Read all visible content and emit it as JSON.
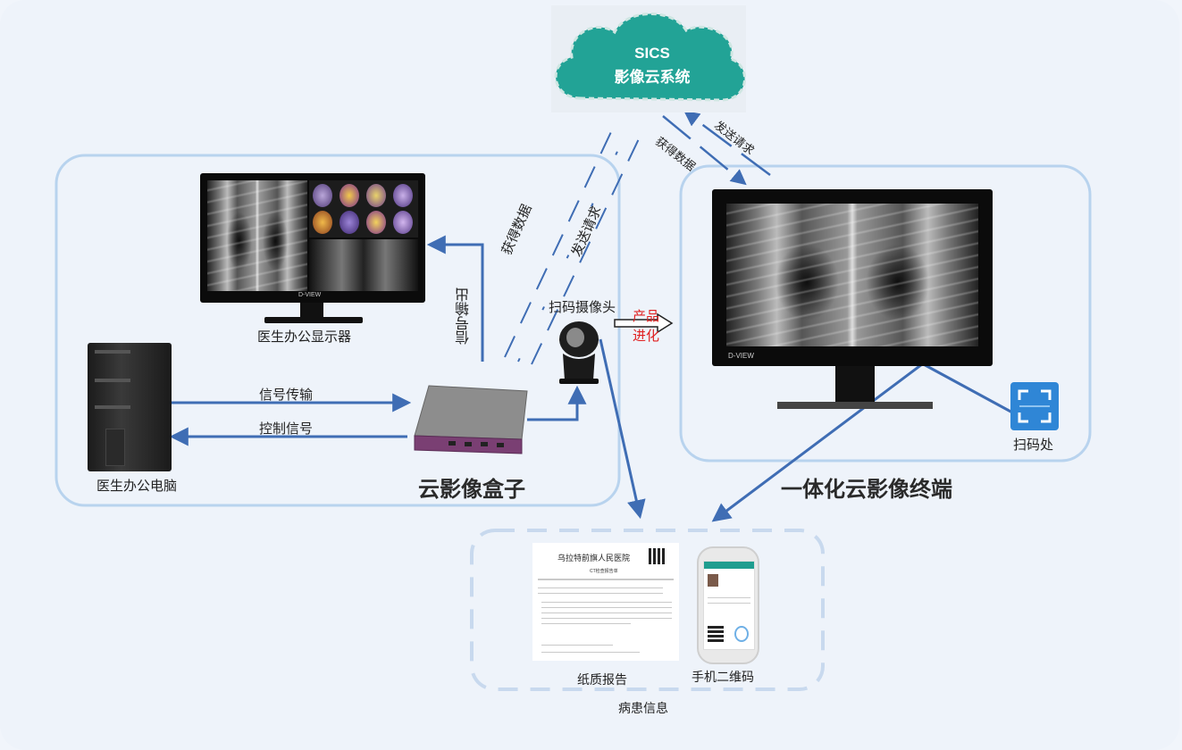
{
  "cloud": {
    "title": "SICS",
    "subtitle": "影像云系统"
  },
  "left_group": {
    "monitor_label": "医生办公显示器",
    "pc_label": "医生办公电脑",
    "box_label": "云影像盒子",
    "signal_out": "信号输出",
    "signal_transfer": "信号传输",
    "control_signal": "控制信号",
    "get_data": "获得数据",
    "send_request": "发送请求",
    "monitor_brand": "D-VIEW"
  },
  "scanner": {
    "label": "扫码摄像头"
  },
  "evolution": {
    "line1": "产品",
    "line2": "进化"
  },
  "right_group": {
    "title": "一体化云影像终端",
    "get_data": "获得数据",
    "send_request": "发送请求",
    "scan_label": "扫码处",
    "monitor_brand": "D-VIEW"
  },
  "patient_info": {
    "label": "病患信息",
    "paper_report": "纸质报告",
    "phone_qr": "手机二维码",
    "report_hospital": "乌拉特前旗人民医院",
    "report_title": "CT检查报告单"
  },
  "colors": {
    "arrow": "#3f6db4",
    "panel_border": "#b8d3ee",
    "red_text": "#e02020"
  }
}
